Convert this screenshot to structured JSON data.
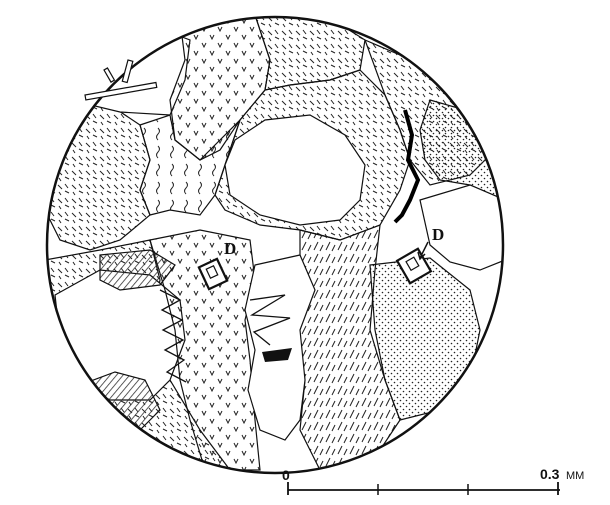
{
  "labels": {
    "mark_left": "D",
    "mark_right": "D"
  },
  "scale_bar": {
    "start": "0",
    "end_value": "0.3",
    "unit": "MM"
  },
  "colors": {
    "ink": "#111111",
    "paper": "#ffffff"
  }
}
